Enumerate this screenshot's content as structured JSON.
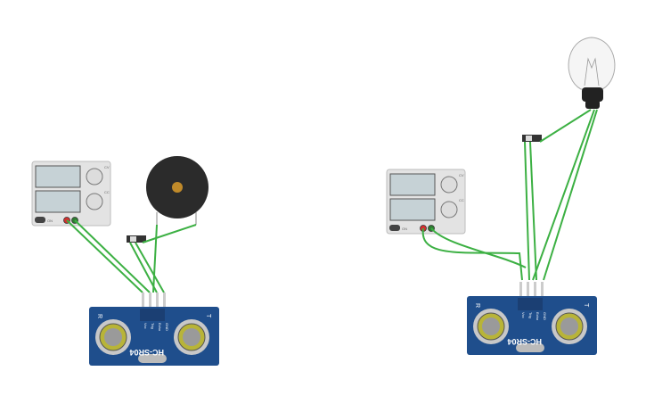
{
  "circuits": [
    {
      "sensor": {
        "label": "HC-SR04",
        "pins": [
          "Vcc",
          "Trig",
          "Echo",
          "GND"
        ],
        "corner_left": "R",
        "corner_right": "T"
      },
      "power_supply": {
        "knob_labels": [
          "CV",
          "CC"
        ],
        "buttons": [
          "ON"
        ]
      },
      "output_device": "buzzer"
    },
    {
      "sensor": {
        "label": "HC-SR04",
        "pins": [
          "Vcc",
          "Trig",
          "Echo",
          "GND"
        ],
        "corner_left": "R",
        "corner_right": "T"
      },
      "power_supply": {
        "knob_labels": [
          "CV",
          "CC"
        ],
        "buttons": [
          "ON"
        ]
      },
      "output_device": "light-bulb"
    }
  ],
  "colors": {
    "wire": "#3cb043",
    "sensor_board": "#1f4e8c",
    "psu_body": "#e2e2e2",
    "buzzer": "#2b2b2b"
  }
}
